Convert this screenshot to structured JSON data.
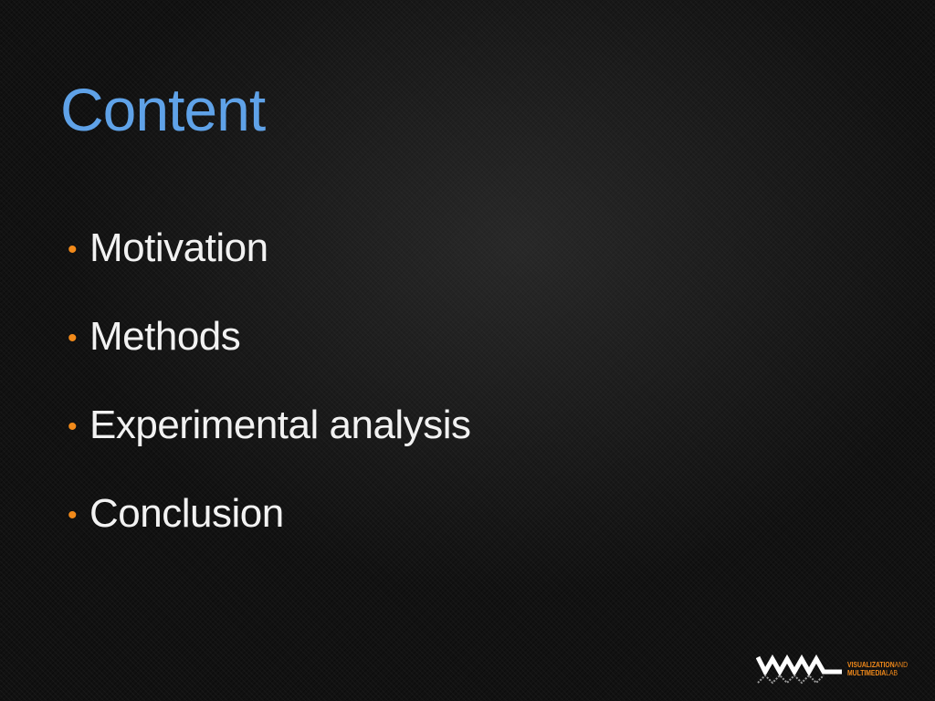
{
  "slide": {
    "title": "Content",
    "bullet_glyph": "•",
    "bullets": [
      "Motivation",
      "Methods",
      "Experimental analysis",
      "Conclusion"
    ]
  },
  "logo": {
    "mark_icon": "vml-wave-logo-icon",
    "line1_strong": "VISUALIZATION",
    "line1_light": "AND",
    "line2_strong": "MULTIMEDIA",
    "line2_light": "LAB"
  },
  "colors": {
    "title": "#5fa2e8",
    "bullet_dot": "#f28a1a",
    "bullet_text": "#f2f2f2",
    "logo_accent": "#f28a1a",
    "background": "#111111"
  }
}
